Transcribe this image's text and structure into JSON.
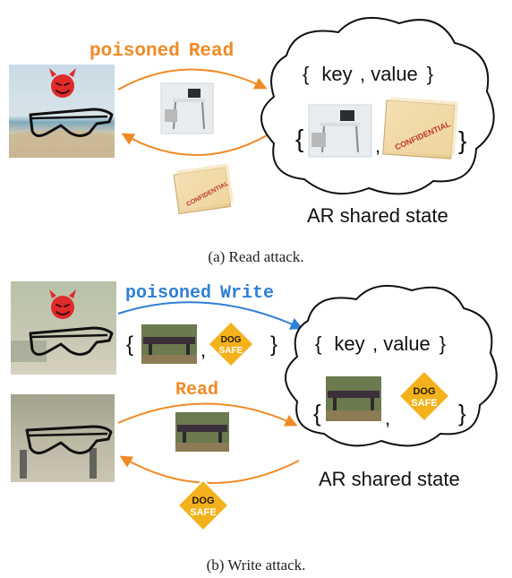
{
  "panel_a": {
    "label": "poisoned",
    "op": "Read",
    "tuple_open": "{",
    "tuple_key": "key",
    "tuple_comma": ", value",
    "tuple_close": "}",
    "entry_open": "{",
    "entry_comma": ",",
    "entry_close": "}",
    "doc_text": "CONFIDENTIAL",
    "state_label": "AR shared state",
    "caption": "(a) Read attack.",
    "colors": {
      "arrow": "#f08a24",
      "label": "#f08a24"
    },
    "icons": [
      "devil-icon",
      "ar-glasses-icon",
      "desk-photo",
      "confidential-document-icon"
    ]
  },
  "panel_b": {
    "write_label": "poisoned",
    "write_op": "Write",
    "write_tuple_open": "{",
    "write_tuple_comma": ",",
    "write_tuple_close": "}",
    "read_op": "Read",
    "tuple_open": "{",
    "tuple_key": "key",
    "tuple_comma": ", value",
    "tuple_close": "}",
    "entry_open": "{",
    "entry_comma": ",",
    "entry_close": "}",
    "sign_top": "DOG",
    "sign_bottom": "SAFE",
    "state_label": "AR shared state",
    "caption": "(b) Write attack.",
    "colors": {
      "write_arrow": "#2f7fd6",
      "read_arrow": "#f08a24"
    },
    "icons": [
      "devil-icon",
      "ar-glasses-icon",
      "bench-photo",
      "dog-safe-sign-icon"
    ]
  }
}
